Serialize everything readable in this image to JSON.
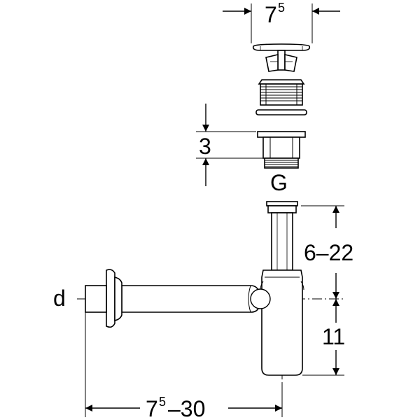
{
  "dimensions": {
    "top_width": {
      "base": "7",
      "sup": "5"
    },
    "washer_height": "3",
    "thread_label": "G",
    "upper_height": "6–22",
    "lower_height": "11",
    "outlet_label": "d",
    "horizontal_length": {
      "base": "7",
      "sup": "5",
      "rest": "–30"
    }
  }
}
